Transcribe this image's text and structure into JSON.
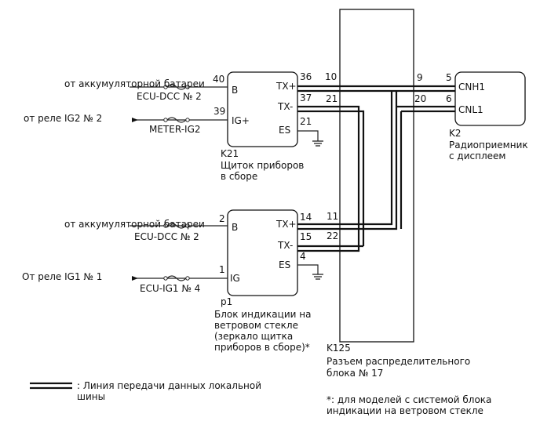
{
  "top_ecu": {
    "battery_src": "от аккумуляторной батареи",
    "battery_fuse": "ECU-DCC № 2",
    "ig_src": "от реле IG2 № 2",
    "ig_fuse": "METER-IG2",
    "pins": {
      "b": "40",
      "ig": "39",
      "txp": "36",
      "txm": "37",
      "es": "21"
    },
    "terms": {
      "b": "B",
      "ig": "IG+",
      "txp": "TX+",
      "txm": "TX-",
      "es": "ES"
    },
    "code": "K21",
    "name_l1": "Щиток приборов",
    "name_l2": "в сборе"
  },
  "bottom_ecu": {
    "battery_src": "от аккумуляторной батареи",
    "battery_fuse": "ECU-DCC № 2",
    "ig_src": "От реле IG1 № 1",
    "ig_fuse": "ECU-IG1 № 4",
    "pins": {
      "b": "2",
      "ig": "1",
      "txp": "14",
      "txm": "15",
      "es": "4"
    },
    "terms": {
      "b": "B",
      "ig": "IG",
      "txp": "TX+",
      "txm": "TX-",
      "es": "ES"
    },
    "code": "p1",
    "name_l1": "Блок индикации на",
    "name_l2": "ветровом стекле",
    "name_l3": "(зеркало щитка",
    "name_l4": "приборов в сборе)*"
  },
  "junction": {
    "pins_left_top": {
      "a": "10",
      "b": "21"
    },
    "pins_left_bottom": {
      "a": "11",
      "b": "22"
    },
    "pins_right": {
      "a": "9",
      "b": "20"
    },
    "code": "K125",
    "name_l1": "Разъем распределительного",
    "name_l2": "блока № 17"
  },
  "radio": {
    "pins": {
      "cnh": "5",
      "cnl": "6"
    },
    "terms": {
      "cnh": "CNH1",
      "cnl": "CNL1"
    },
    "code": "K2",
    "name_l1": "Радиоприемник",
    "name_l2": "с дисплеем"
  },
  "legend": {
    "text_l1": ": Линия передачи данных локальной",
    "text_l2": "шины"
  },
  "footnote": {
    "text_l1": "*: для моделей с системой блока",
    "text_l2": "индикации на ветровом стекле"
  }
}
